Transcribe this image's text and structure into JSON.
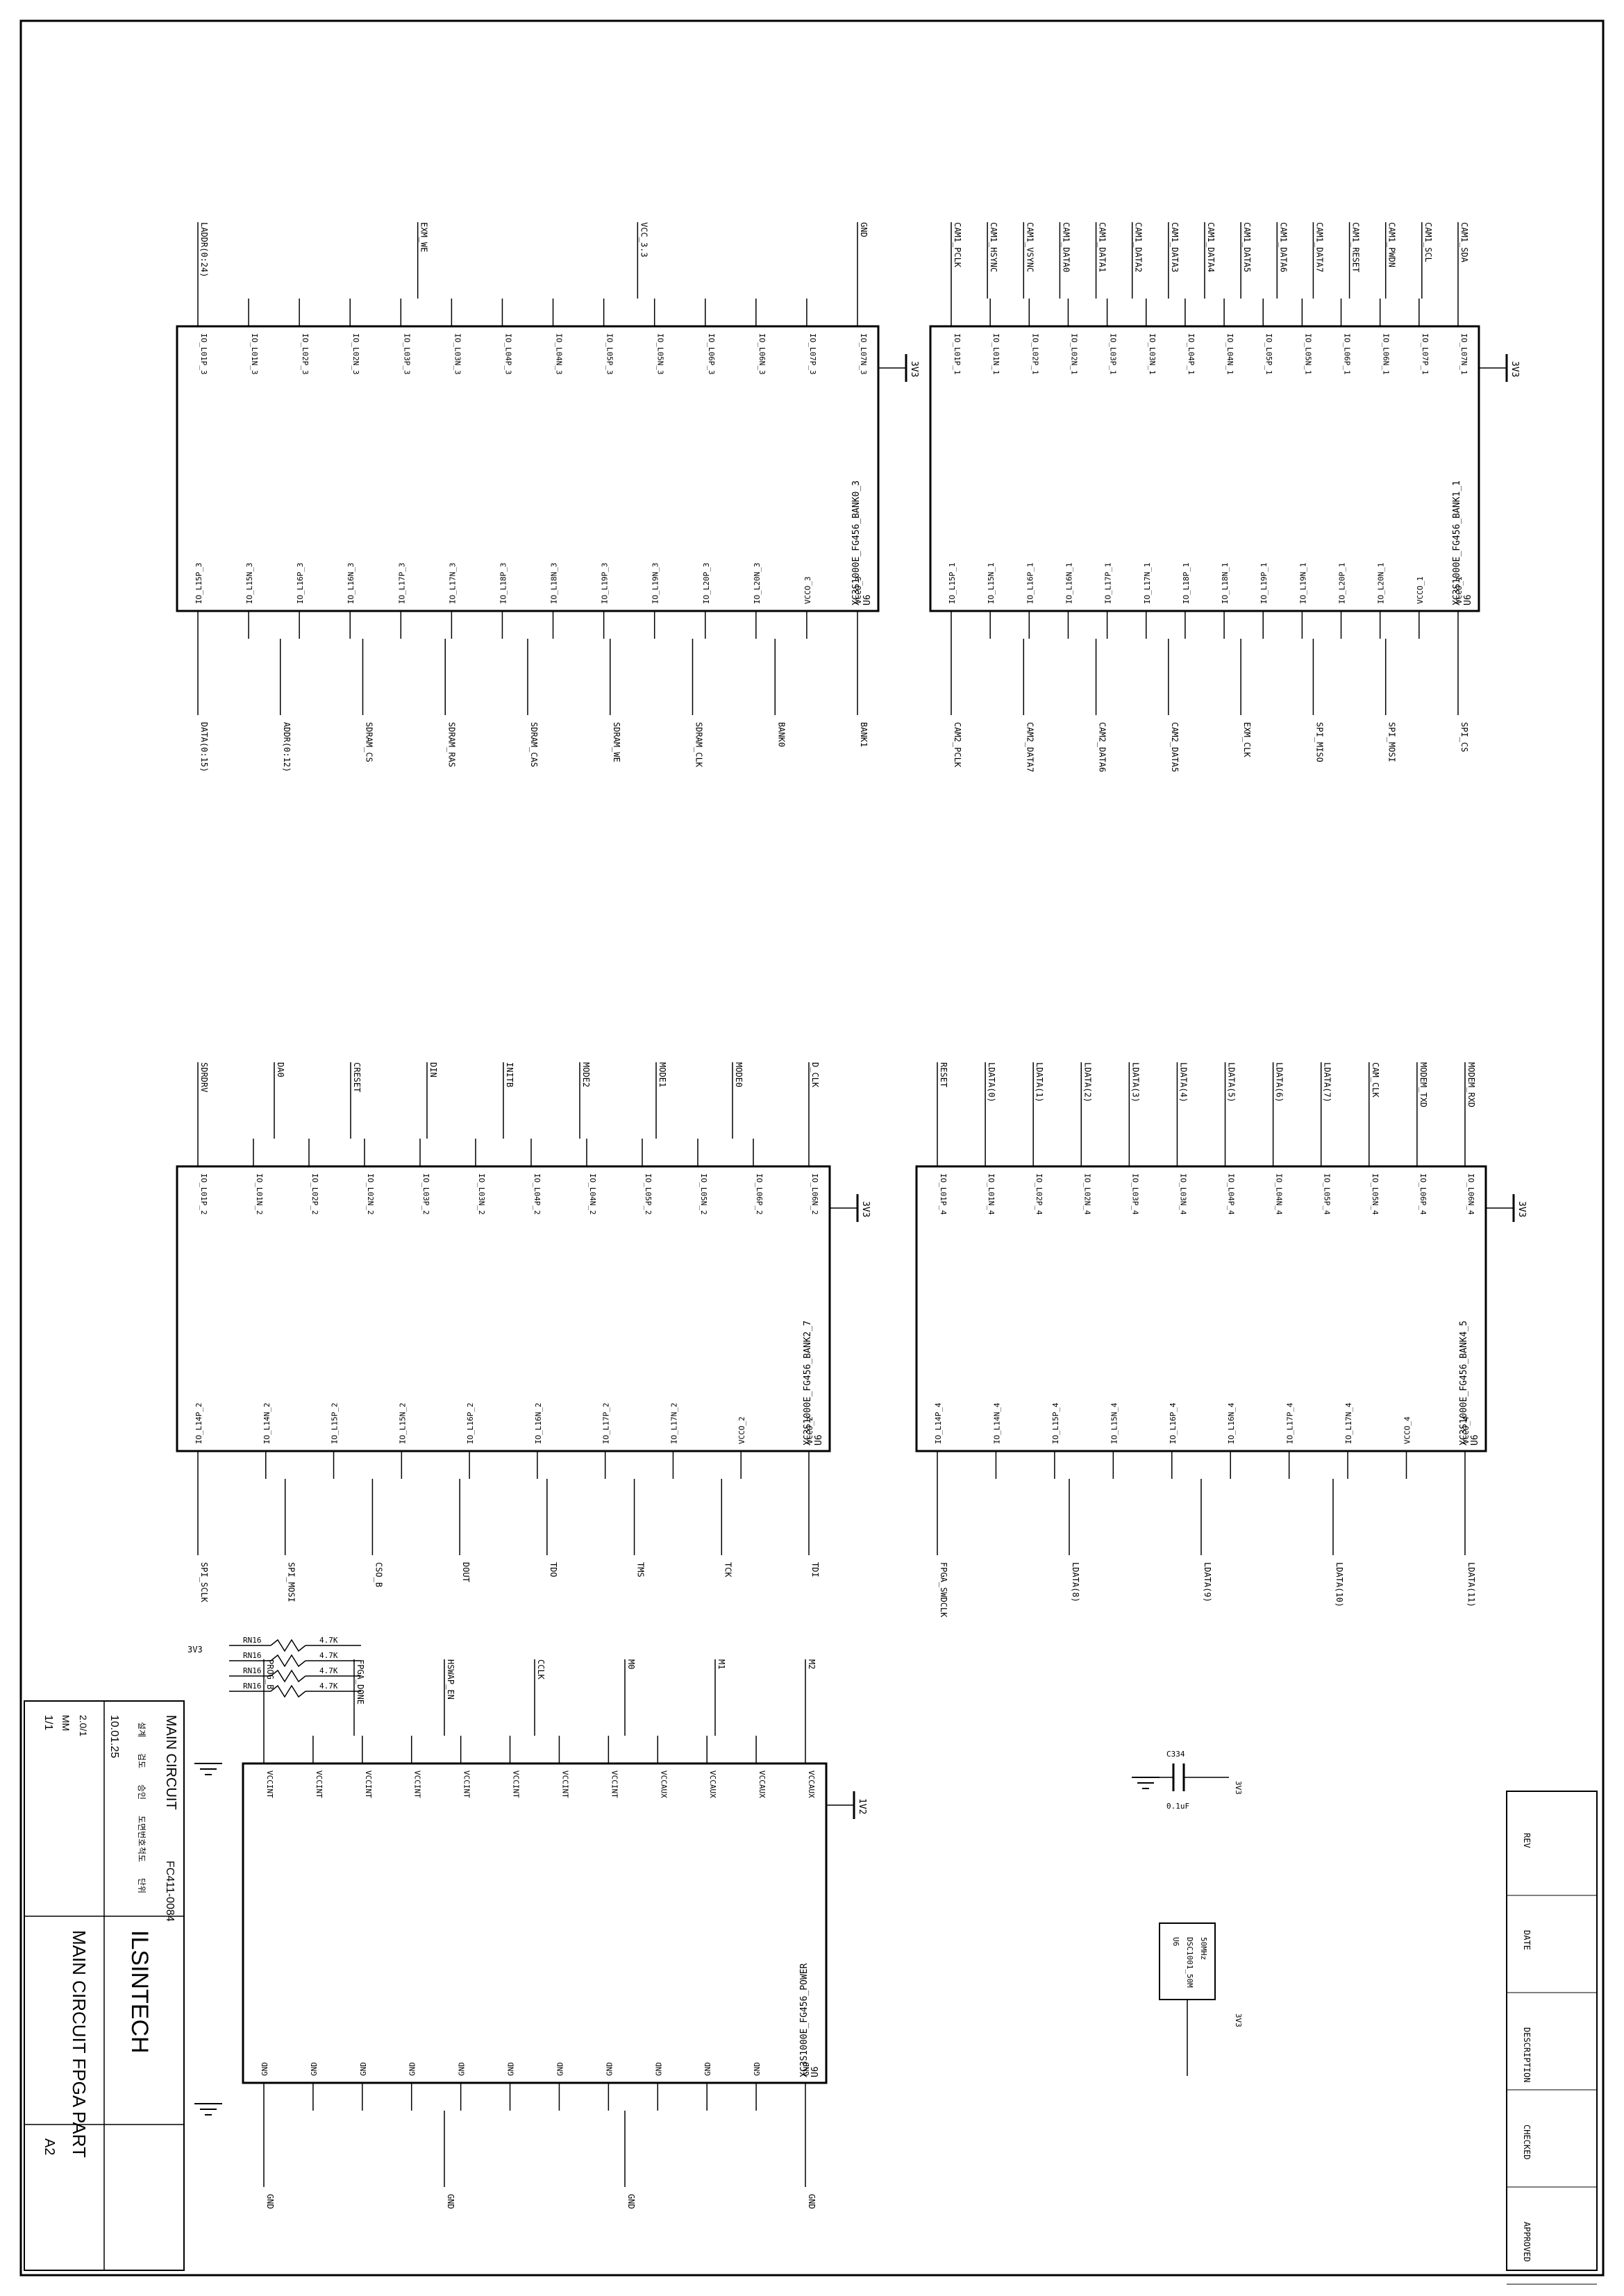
{
  "sheet": {
    "colors": {
      "ink": "#000000",
      "paper": "#ffffff"
    }
  },
  "chips": [
    {
      "ref": "U6",
      "part": "XC3S1000E_FG456_BANK0_3",
      "nets_left": [
        "LADDR(0:24)",
        "EXM_WE",
        "VCC_3.3",
        "GND"
      ],
      "nets_right": [
        "DATA(0:15)",
        "ADDR(0:12)",
        "SDRAM_CS",
        "SDRAM_RAS",
        "SDRAM_CAS",
        "SDRAM_WE",
        "SDRAM_CLK",
        "BANK0",
        "BANK1"
      ],
      "pins_top": [
        "IO_L01P_3",
        "IO_L01N_3",
        "IO_L02P_3",
        "IO_L02N_3",
        "IO_L03P_3",
        "IO_L03N_3",
        "IO_L04P_3",
        "IO_L04N_3",
        "IO_L05P_3",
        "IO_L05N_3",
        "IO_L06P_3",
        "IO_L06N_3",
        "IO_L07P_3",
        "IO_L07N_3"
      ],
      "pins_bottom": [
        "IO_L15P_3",
        "IO_L15N_3",
        "IO_L16P_3",
        "IO_L16N_3",
        "IO_L17P_3",
        "IO_L17N_3",
        "IO_L18P_3",
        "IO_L18N_3",
        "IO_L19P_3",
        "IO_L19N_3",
        "IO_L20P_3",
        "IO_L20N_3",
        "VCCO_3",
        "VCCO_3"
      ],
      "supply": "3V3"
    },
    {
      "ref": "U6",
      "part": "XC3S1000E_FG456_BANK1_1",
      "nets_left": [
        "CAM1_PCLK",
        "CAM1_HSYNC",
        "CAM1_VSYNC",
        "CAM1_DATA0",
        "CAM1_DATA1",
        "CAM1_DATA2",
        "CAM1_DATA3",
        "CAM1_DATA4",
        "CAM1_DATA5",
        "CAM1_DATA6",
        "CAM1_DATA7",
        "CAM1_RESET",
        "CAM1_PWDN",
        "CAM1_SCL",
        "CAM1_SDA"
      ],
      "nets_right": [
        "CAM2_PCLK",
        "CAM2_DATA7",
        "CAM2_DATA6",
        "CAM2_DATA5",
        "EXM_CLK",
        "SPI_MISO",
        "SPI_MOSI",
        "SPI_CS"
      ],
      "pins_top": [
        "IO_L01P_1",
        "IO_L01N_1",
        "IO_L02P_1",
        "IO_L02N_1",
        "IO_L03P_1",
        "IO_L03N_1",
        "IO_L04P_1",
        "IO_L04N_1",
        "IO_L05P_1",
        "IO_L05N_1",
        "IO_L06P_1",
        "IO_L06N_1",
        "IO_L07P_1",
        "IO_L07N_1"
      ],
      "pins_bottom": [
        "IO_L15P_1",
        "IO_L15N_1",
        "IO_L16P_1",
        "IO_L16N_1",
        "IO_L17P_1",
        "IO_L17N_1",
        "IO_L18P_1",
        "IO_L18N_1",
        "IO_L19P_1",
        "IO_L19N_1",
        "IO_L20P_1",
        "IO_L20N_1",
        "VCCO_1",
        "VCCO_1"
      ],
      "supply": "3V3"
    },
    {
      "ref": "U6",
      "part": "XC3S1000E_FG456_BANK2_7",
      "nets_left": [
        "SDRDRV",
        "DA0",
        "CRESET",
        "DIN",
        "INITB",
        "MODE2",
        "MODE1",
        "MODE0",
        "D_CLK"
      ],
      "nets_right": [
        "SPI_SCLK",
        "SPI_MOSI",
        "CSO_B",
        "DOUT",
        "TDO",
        "TMS",
        "TCK",
        "TDI"
      ],
      "pins_top": [
        "IO_L01P_2",
        "IO_L01N_2",
        "IO_L02P_2",
        "IO_L02N_2",
        "IO_L03P_2",
        "IO_L03N_2",
        "IO_L04P_2",
        "IO_L04N_2",
        "IO_L05P_2",
        "IO_L05N_2",
        "IO_L06P_2",
        "IO_L06N_2"
      ],
      "pins_bottom": [
        "IO_L14P_2",
        "IO_L14N_2",
        "IO_L15P_2",
        "IO_L15N_2",
        "IO_L16P_2",
        "IO_L16N_2",
        "IO_L17P_2",
        "IO_L17N_2",
        "VCCO_2",
        "VCCO_2"
      ],
      "supply": "3V3"
    },
    {
      "ref": "U6",
      "part": "XC3S1000E_FG456_BANK4_5",
      "nets_left": [
        "RESET",
        "LDATA(0)",
        "LDATA(1)",
        "LDATA(2)",
        "LDATA(3)",
        "LDATA(4)",
        "LDATA(5)",
        "LDATA(6)",
        "LDATA(7)",
        "CAM_CLK",
        "MODEM_TXD",
        "MODEM_RXD"
      ],
      "nets_right": [
        "FPGA_SWDCLK",
        "LDATA(8)",
        "LDATA(9)",
        "LDATA(10)",
        "LDATA(11)"
      ],
      "pins_top": [
        "IO_L01P_4",
        "IO_L01N_4",
        "IO_L02P_4",
        "IO_L02N_4",
        "IO_L03P_4",
        "IO_L03N_4",
        "IO_L04P_4",
        "IO_L04N_4",
        "IO_L05P_4",
        "IO_L05N_4",
        "IO_L06P_4",
        "IO_L06N_4"
      ],
      "pins_bottom": [
        "IO_L14P_4",
        "IO_L14N_4",
        "IO_L15P_4",
        "IO_L15N_4",
        "IO_L16P_4",
        "IO_L16N_4",
        "IO_L17P_4",
        "IO_L17N_4",
        "VCCO_4",
        "VCCO_4"
      ],
      "supply": "3V3"
    },
    {
      "ref": "U6",
      "part": "XC3S1000E_FG456_POWER",
      "nets_left": [
        "PROG_B",
        "FPGA_DONE",
        "HSWAP_EN",
        "CCLK",
        "M0",
        "M1",
        "M2"
      ],
      "nets_right": [
        "GND",
        "GND",
        "GND",
        "GND"
      ],
      "pins_top": [
        "VCCINT",
        "VCCINT",
        "VCCINT",
        "VCCINT",
        "VCCINT",
        "VCCINT",
        "VCCINT",
        "VCCINT",
        "VCCAUX",
        "VCCAUX",
        "VCCAUX",
        "VCCAUX"
      ],
      "pins_bottom": [
        "GND",
        "GND",
        "GND",
        "GND",
        "GND",
        "GND",
        "GND",
        "GND",
        "GND",
        "GND",
        "GND",
        "GND"
      ],
      "supply": "1V2"
    }
  ],
  "passives": {
    "resistor_array": {
      "refs": [
        "RN16",
        "RN16",
        "RN16",
        "RN16"
      ],
      "value": "4.7K",
      "supply": "3V3"
    },
    "capacitor": {
      "ref": "C334",
      "value": "0.1uF",
      "supply": "3V3"
    },
    "oscillator": {
      "ref": "U6",
      "part": "DSC1001_50M",
      "value": "50MHz",
      "supply": "3V3"
    }
  },
  "revision_table": {
    "headers": [
      "REV",
      "DATE",
      "DESCRIPTION",
      "CHECKED",
      "APPROVED"
    ]
  },
  "title_block": {
    "company": "ILSINTECH",
    "title": "MAIN CIRCUIT FPGA PART",
    "sheet_name": "MAIN CIRCUIT",
    "doc_no": "FC411-0084",
    "date": "10.01.25",
    "size": "A2",
    "scale": "1/1",
    "unit": "MM",
    "rev": "2.0/1",
    "fields": [
      "설계",
      "검도",
      "승인",
      "도면번호",
      "척도",
      "단위"
    ]
  }
}
